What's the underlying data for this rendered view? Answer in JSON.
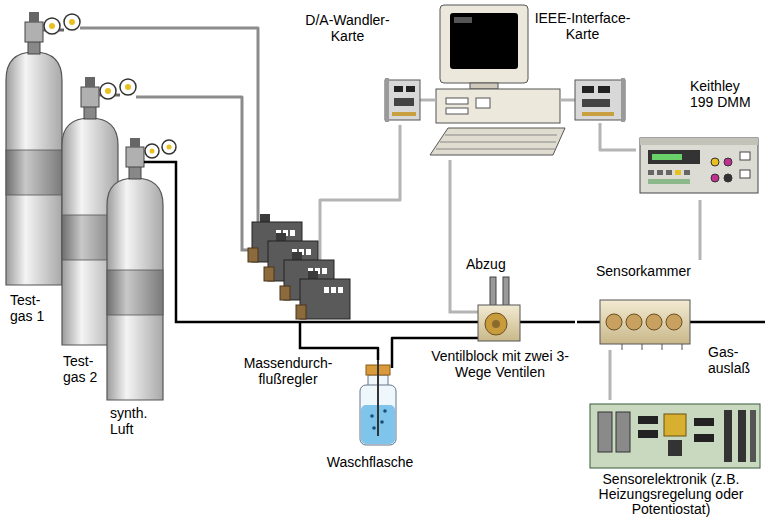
{
  "diagram": {
    "nodes": [
      {
        "text": [
          "Test- gas 1"
        ]
      },
      {
        "text": [
          "Test- gas 2"
        ]
      },
      {
        "text": [
          "synth. Luft"
        ]
      },
      {
        "text": [
          "D/A-Wandler- Karte"
        ]
      },
      {
        "text": [
          "IEEE-Interface- Karte"
        ]
      },
      {
        "text": [
          "Keithley 199 DMM"
        ]
      },
      {
        "text": [
          "Massendurch- flußregler"
        ]
      },
      {
        "text": [
          "Waschflasche"
        ]
      },
      {
        "text": [
          "Ventilblock mit zwei 3-Wege Ventilen"
        ]
      },
      {
        "text": [
          "Sensorkammer"
        ]
      },
      {
        "text": [
          "Sensorelektronik (z.B. Heizungsregelung oder Potentiostat)"
        ]
      }
    ],
    "edges": [
      {
        "from": 0,
        "to": 6,
        "arrow": "none"
      },
      {
        "from": 1,
        "to": 6,
        "arrow": "none"
      },
      {
        "from": 2,
        "to": 6,
        "arrow": "none"
      },
      {
        "from": 6,
        "to": 8,
        "arrow": "none"
      },
      {
        "from": 6,
        "to": 7,
        "arrow": "none"
      },
      {
        "from": 7,
        "to": 8,
        "arrow": "none"
      },
      {
        "from": 8,
        "to": 9,
        "arrow": "none"
      },
      {
        "from": 3,
        "to": 6,
        "arrow": "none"
      },
      {
        "from": 4,
        "to": 5,
        "arrow": "none"
      },
      {
        "from": 5,
        "to": 9,
        "arrow": "none"
      },
      {
        "from": 9,
        "to": 10,
        "arrow": "none"
      }
    ],
    "labels": [
      "Abzug",
      "Gas- auslaß"
    ]
  }
}
